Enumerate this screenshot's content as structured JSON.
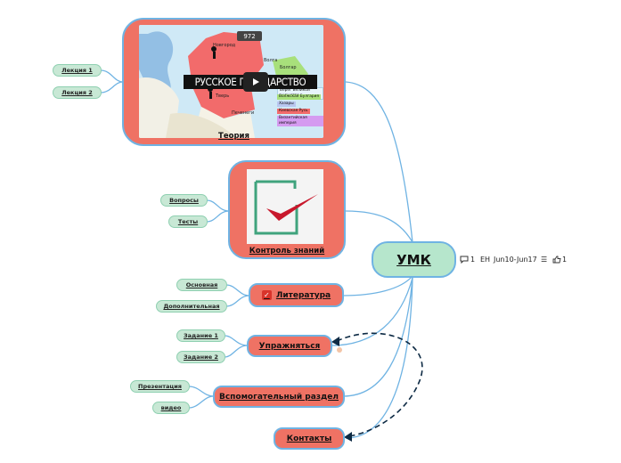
{
  "central": {
    "label": "УМК"
  },
  "meta": {
    "comments": "1",
    "language": "EH",
    "date_range": "Jun10-Jun17",
    "likes": "1"
  },
  "theory": {
    "label": "Теория",
    "video": {
      "title": "РУССКОЕ ГОСУДАРСТВО",
      "badge": "972",
      "map_labels": [
        "Новгород",
        "Болгар",
        "Тверь",
        "Печенеги",
        "Волга"
      ],
      "legend": [
        "Берег Великой княжства",
        "Волжская Булгария",
        "Хазары",
        "Киевская Русь",
        "Византийская империя"
      ]
    },
    "subtopics": [
      "Лекция 1",
      "Лекция 2"
    ]
  },
  "control": {
    "label": "Контроль знаний",
    "subtopics": [
      "Вопросы",
      "Тесты"
    ]
  },
  "literature": {
    "label": "Литература",
    "subtopics": [
      "Основная",
      "Дополнительная"
    ]
  },
  "exercises": {
    "label": "Упражняться",
    "subtopics": [
      "Задание 1",
      "Задание 2"
    ]
  },
  "auxiliary": {
    "label": "Вспомогательный раздел",
    "subtopics": [
      "Презентация",
      "видео"
    ]
  },
  "contacts": {
    "label": "Контакты"
  },
  "colors": {
    "topic": "#ef7264",
    "subtopic": "#c8e8d5",
    "central": "#b6e6cc",
    "link": "#6fb3e3",
    "relation": "#0d2a44"
  }
}
